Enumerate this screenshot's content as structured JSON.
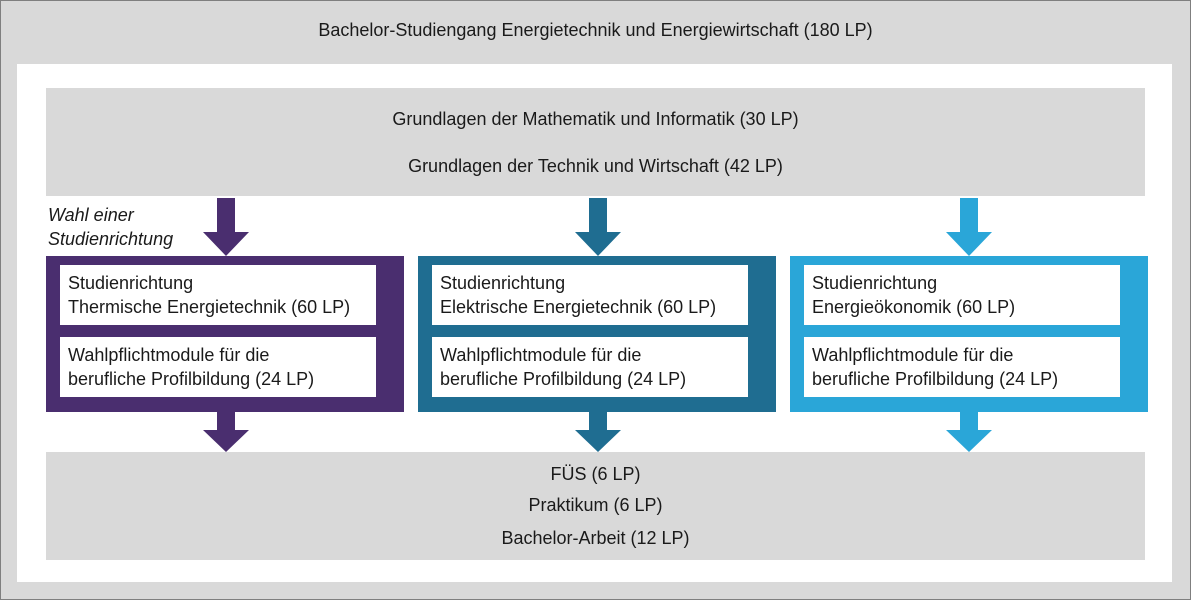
{
  "diagram": {
    "title": "Bachelor-Studiengang Energietechnik und Energiewirtschaft (180 LP)",
    "foundation": {
      "line1": "Grundlagen der Mathematik und Informatik (30 LP)",
      "line2": "Grundlagen der Technik und Wirtschaft (42 LP)"
    },
    "choice_note": {
      "line1": "Wahl einer",
      "line2": "Studienrichtung"
    },
    "tracks": [
      {
        "color": "#4a2e6f",
        "major_line1": "Studienrichtung",
        "major_line2": "Thermische Energietechnik (60 LP)",
        "elective_line1": "Wahlpflichtmodule für die",
        "elective_line2": "berufliche Profilbildung (24 LP)"
      },
      {
        "color": "#1f6d91",
        "major_line1": "Studienrichtung",
        "major_line2": "Elektrische Energietechnik (60 LP)",
        "elective_line1": "Wahlpflichtmodule für die",
        "elective_line2": "berufliche Profilbildung (24 LP)"
      },
      {
        "color": "#2aa6d8",
        "major_line1": "Studienrichtung",
        "major_line2": "Energieökonomik (60 LP)",
        "elective_line1": "Wahlpflichtmodule für die",
        "elective_line2": "berufliche Profilbildung (24 LP)"
      }
    ],
    "final": {
      "line1": "FÜS (6 LP)",
      "line2": "Praktikum (6 LP)",
      "line3": "Bachelor-Arbeit (12 LP)"
    }
  }
}
